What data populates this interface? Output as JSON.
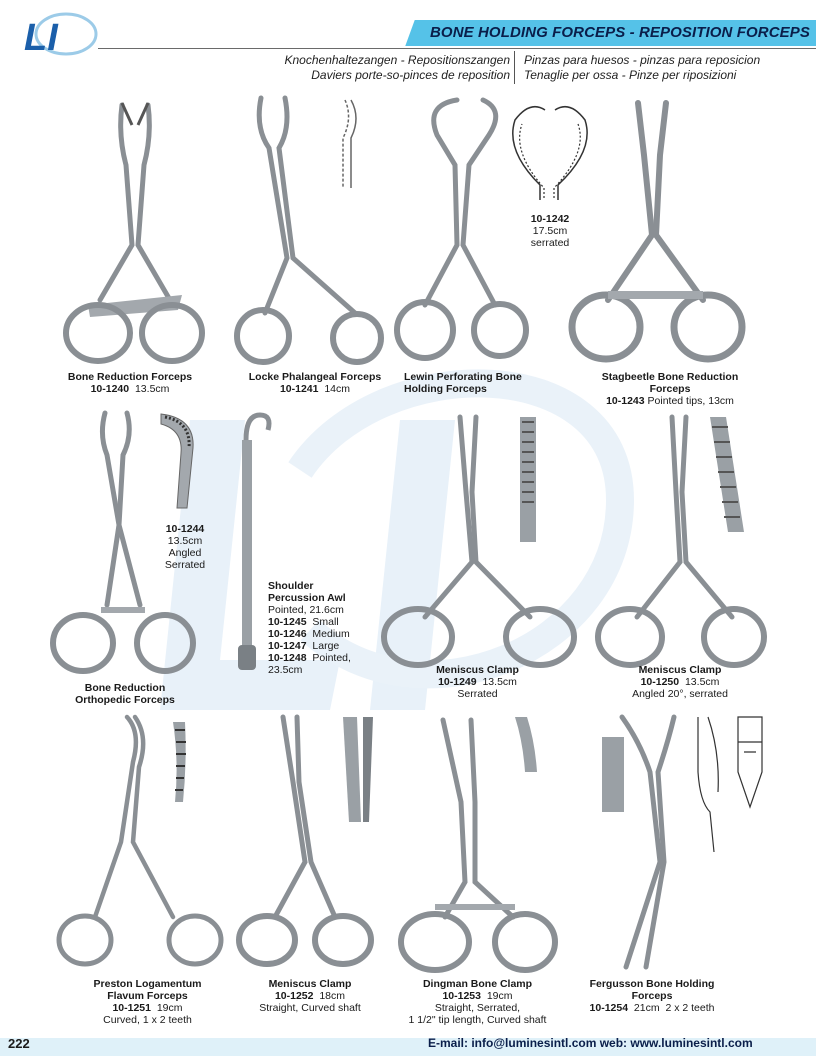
{
  "header": {
    "logo_text": "LI",
    "title": "BONE HOLDING FORCEPS - REPOSITION FORCEPS",
    "sub_left_1": "Knochenhaltezangen - Repositionszangen",
    "sub_left_2": "Daviers porte-so-pinces de reposition",
    "sub_right_1": "Pinzas para huesos - pinzas para reposicion",
    "sub_right_2": "Tenaglie per ossa - Pinze per riposizioni"
  },
  "items": {
    "i1240": {
      "name": "Bone Reduction Forceps",
      "code": "10-1240",
      "desc": "13.5cm"
    },
    "i1241": {
      "name": "Locke Phalangeal Forceps",
      "code": "10-1241",
      "desc": "14cm"
    },
    "i1242": {
      "code": "10-1242",
      "size": "17.5cm",
      "note": "serrated"
    },
    "lewin": {
      "name1": "Lewin Perforating Bone",
      "name2": "Holding Forceps"
    },
    "i1243": {
      "name1": "Stagbeetle Bone Reduction",
      "name2": "Forceps",
      "code": "10-1243",
      "desc": "Pointed tips, 13cm"
    },
    "i1244": {
      "code": "10-1244",
      "size": "13.5cm",
      "note1": "Angled",
      "note2": "Serrated"
    },
    "bro": {
      "name1": "Bone Reduction",
      "name2": "Orthopedic Forceps"
    },
    "awl": {
      "name1": "Shoulder",
      "name2": "Percussion Awl",
      "desc": "Pointed, 21.6cm",
      "r1c": "10-1245",
      "r1d": "Small",
      "r2c": "10-1246",
      "r2d": "Medium",
      "r3c": "10-1247",
      "r3d": "Large",
      "r4c": "10-1248",
      "r4d": "Pointed,",
      "r5": "23.5cm"
    },
    "i1249": {
      "name": "Meniscus Clamp",
      "code": "10-1249",
      "size": "13.5cm",
      "note": "Serrated"
    },
    "i1250": {
      "name": "Meniscus Clamp",
      "code": "10-1250",
      "size": "13.5cm",
      "note": "Angled 20°, serrated"
    },
    "i1251": {
      "name1": "Preston Logamentum",
      "name2": "Flavum Forceps",
      "code": "10-1251",
      "size": "19cm",
      "note": "Curved, 1 x 2 teeth"
    },
    "i1252": {
      "name": "Meniscus Clamp",
      "code": "10-1252",
      "size": "18cm",
      "note": "Straight, Curved shaft"
    },
    "i1253": {
      "name": "Dingman Bone Clamp",
      "code": "10-1253",
      "size": "19cm",
      "note1": "Straight, Serrated,",
      "note2": "1 1/2\" tip length, Curved shaft"
    },
    "i1254": {
      "name1": "Fergusson Bone Holding",
      "name2": "Forceps",
      "code": "10-1254",
      "size": "21cm",
      "note": "2 x 2 teeth"
    }
  },
  "footer": {
    "page": "222",
    "contact": "E-mail: info@luminesintl.com  web: www.luminesintl.com"
  },
  "colors": {
    "accent": "#55c2e8",
    "title": "#0a1e4a",
    "logo": "#1b5faa",
    "watermark": "#e3eef8"
  }
}
